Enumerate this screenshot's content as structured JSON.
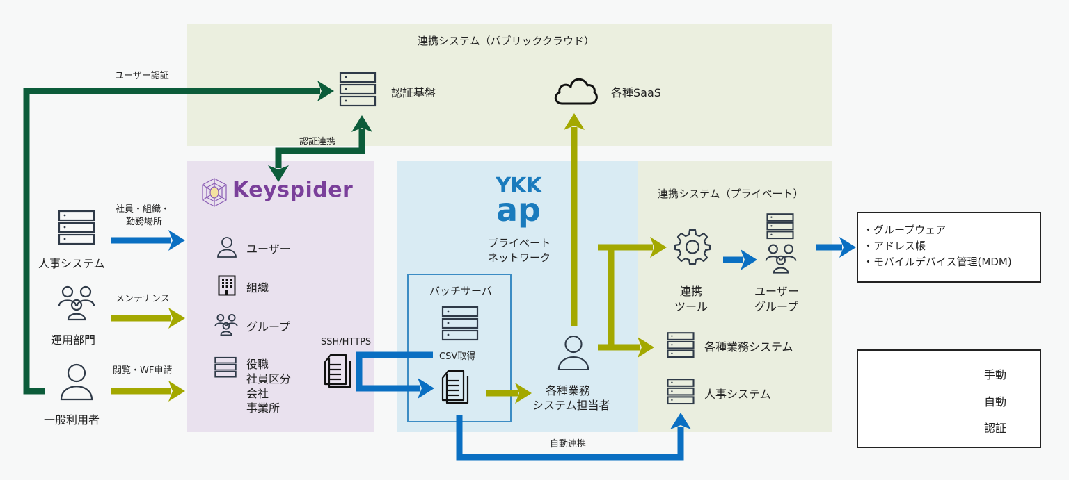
{
  "colors": {
    "manual": "#a3a800",
    "auto": "#0a6fc2",
    "auth": "#0c5c3a",
    "public_cloud_bg": "#ebefdf",
    "keyspider_bg": "#e9e1ee",
    "private_network_bg": "#d9ebf3",
    "private_system_bg": "#eaeedf",
    "keyspider_brand": "#7a3f9a",
    "ykk_brand": "#1a7bbd"
  },
  "public_cloud": {
    "title": "連携システム（パブリッククラウド）",
    "auth_platform": "認証基盤",
    "saas": "各種SaaS"
  },
  "left_sources": {
    "hr_system": "人事システム",
    "operations": "運用部門",
    "general_user": "一般利用者"
  },
  "arrow_labels": {
    "user_auth": "ユーザー認証",
    "auth_link": "認証連携",
    "hr_data": [
      "社員・組織・",
      "勤務場所"
    ],
    "maintenance": "メンテナンス",
    "browse_wf": "閲覧・WF申請",
    "ssh_https": "SSH/HTTPS",
    "csv_fetch": "CSV取得",
    "auto_link": "自動連携"
  },
  "keyspider": {
    "brand": "Keyspider",
    "items": [
      {
        "icon": "user-icon",
        "label": "ユーザー"
      },
      {
        "icon": "building-icon",
        "label": "組織"
      },
      {
        "icon": "group-icon",
        "label": "グループ"
      }
    ],
    "other_attrs": [
      "役職",
      "社員区分",
      "会社",
      "事業所"
    ]
  },
  "private_network": {
    "brand_top": "YKK",
    "brand_bottom": "ap",
    "title": [
      "プライベート",
      "ネットワーク"
    ],
    "batch_server": "バッチサーバ",
    "system_owner": [
      "各種業務",
      "システム担当者"
    ]
  },
  "private_system": {
    "title": "連携システム（プライベート）",
    "link_tool": [
      "連携",
      "ツール"
    ],
    "user_group": [
      "ユーザー",
      "グループ"
    ],
    "business_systems": "各種業務システム",
    "hr_system": "人事システム"
  },
  "targets": {
    "items": [
      "・グループウェア",
      "・アドレス帳",
      "・モバイルデバイス管理(MDM)"
    ]
  },
  "legend": {
    "items": [
      {
        "key": "manual",
        "label": "手動"
      },
      {
        "key": "auto",
        "label": "自動"
      },
      {
        "key": "auth",
        "label": "認証"
      }
    ]
  }
}
